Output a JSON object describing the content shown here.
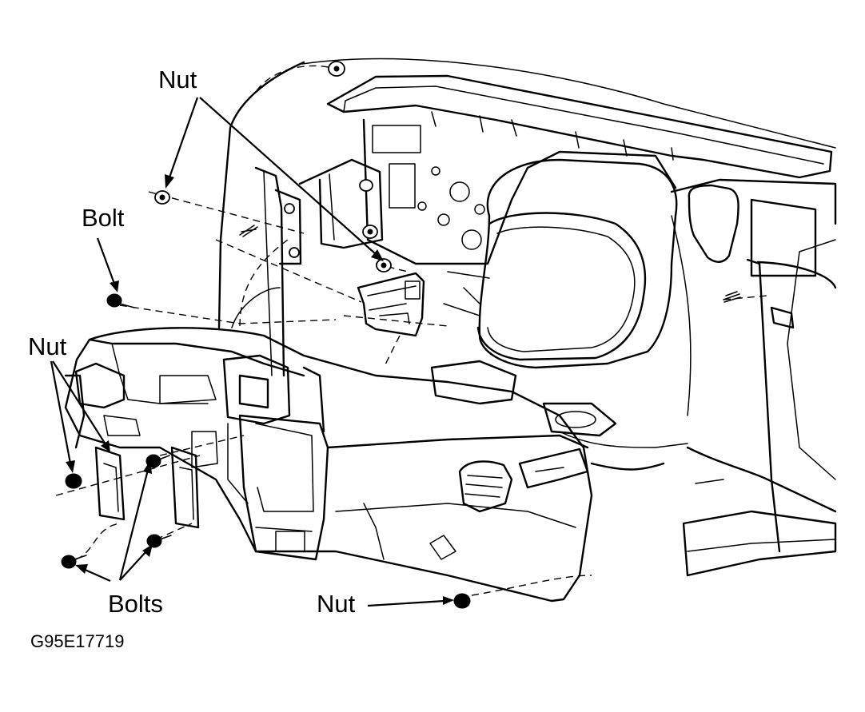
{
  "labels": {
    "nut_top": "Nut",
    "bolt": "Bolt",
    "nut_left": "Nut",
    "bolts": "Bolts",
    "nut_bottom": "Nut"
  },
  "figure_code": "G95E17719",
  "icons": [
    "nut-icon",
    "bolt-icon",
    "stud-icon",
    "arrow-icon"
  ]
}
